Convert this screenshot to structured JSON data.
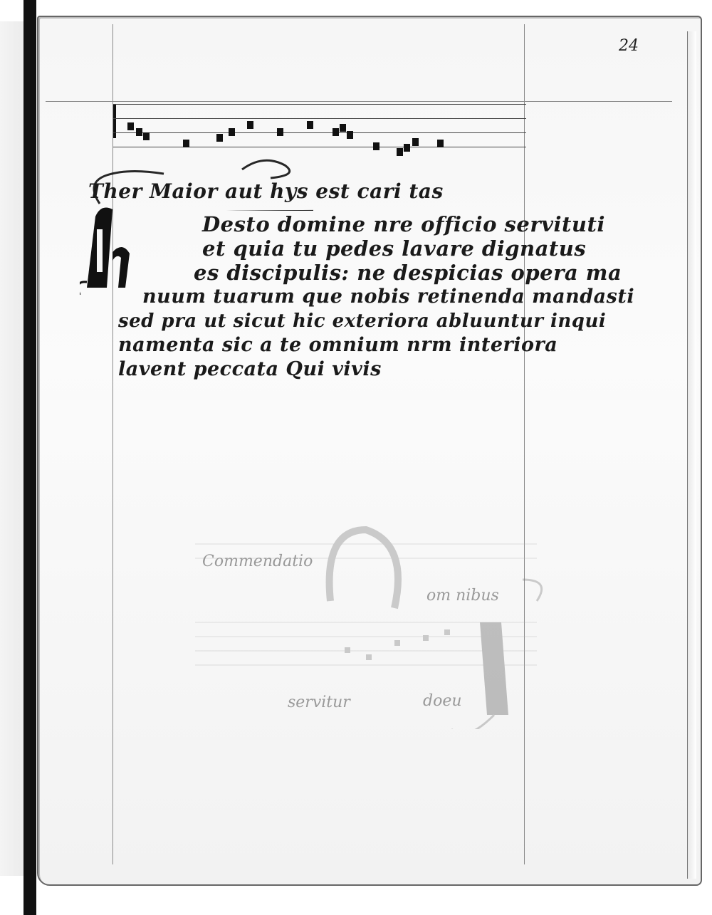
{
  "folio_number": "24",
  "incipit": "Ther Maior aut hys est cari tas",
  "text_lines": [
    "Desto domine nre officio servituti",
    "et quia tu pedes lavare dignatus",
    "es discipulis: ne despicias opera ma",
    "nuum tuarum que nobis retinenda mandasti",
    "sed pra ut sicut hic exteriora abluuntur inqui",
    "namenta sic a te omnium nrm interiora",
    "lavent peccata Qui vivis"
  ],
  "show_through_text": [
    "Commendatio",
    "om nibus",
    "servitur",
    "doeu"
  ],
  "colors": {
    "ink": "#111111",
    "parchment": "#f6f6f6",
    "ruling": "#8a8a8a",
    "show_through": "#999999"
  }
}
